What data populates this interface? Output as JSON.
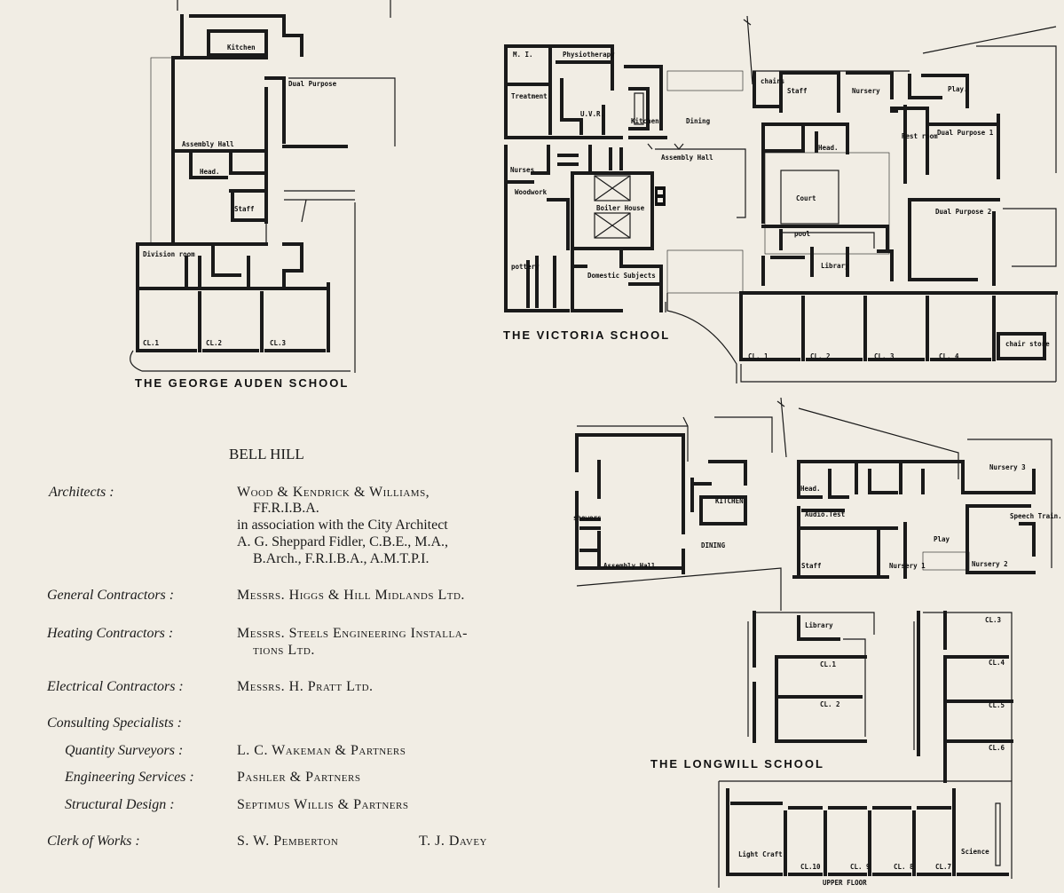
{
  "plans": {
    "george_auden": {
      "title": "THE GEORGE AUDEN SCHOOL",
      "rooms": [
        "Kitchen",
        "Dual Purpose",
        "Assembly Hall",
        "Head.",
        "Staff",
        "Division room",
        "CL.1",
        "CL.2",
        "CL.3"
      ]
    },
    "victoria": {
      "title": "THE VICTORIA SCHOOL",
      "rooms": [
        "M. I.",
        "Physiotherapy",
        "Treatment",
        "U.V.R.",
        "Kitchen",
        "Dining",
        "chairs",
        "Staff",
        "Nursery",
        "Play.",
        "Rest room",
        "Dual Purpose 1",
        "Nurses",
        "Assembly Hall",
        "Head.",
        "Woodwork",
        "Boiler House",
        "Court",
        "Dual Purpose 2",
        "pool",
        "pottery",
        "Domestic Subjects",
        "Library",
        "CL. 1",
        "CL. 2",
        "CL. 3",
        "CL. 4",
        "chair store"
      ]
    },
    "longwill": {
      "title": "THE LONGWILL SCHOOL",
      "rooms": [
        "Nursery 3",
        "KITCHEN",
        "Head.",
        "Audio.Test",
        "showers",
        "Speech Train.",
        "DINING",
        "Play",
        "Assembly Hall",
        "Staff",
        "Nursery 1",
        "Nursery 2",
        "Library",
        "CL.3",
        "CL.1",
        "CL.4",
        "CL. 2",
        "CL.5",
        "CL.6",
        "Light Craft",
        "Science",
        "CL.10",
        "CL. 9",
        "CL. 8",
        "CL.7",
        "UPPER FLOOR"
      ]
    }
  },
  "credits": {
    "heading": "BELL HILL",
    "architects_role": "Architects :",
    "architects_lines": [
      "Wood & Kendrick & Williams,",
      "FF.R.I.B.A.",
      "in association with the City Architect",
      "A. G. Sheppard Fidler, C.B.E., M.A.,",
      "B.Arch., F.R.I.B.A., A.M.T.P.I."
    ],
    "general_role": "General Contractors :",
    "general_value": "Messrs. Higgs & Hill Midlands Ltd.",
    "heating_role": "Heating Contractors :",
    "heating_lines": [
      "Messrs. Steels Engineering Installa-",
      "tions Ltd."
    ],
    "electrical_role": "Electrical Contractors :",
    "electrical_value": "Messrs. H. Pratt Ltd.",
    "consulting_role": "Consulting Specialists :",
    "qs_role": "Quantity Surveyors :",
    "qs_value": "L. C. Wakeman & Partners",
    "eng_role": "Engineering Services :",
    "eng_value": "Pashler & Partners",
    "struct_role": "Structural Design :",
    "struct_value": "Septimus Willis & Partners",
    "clerk_role": "Clerk of Works :",
    "clerk_value_1": "S. W. Pemberton",
    "clerk_value_2": "T. J. Davey"
  }
}
